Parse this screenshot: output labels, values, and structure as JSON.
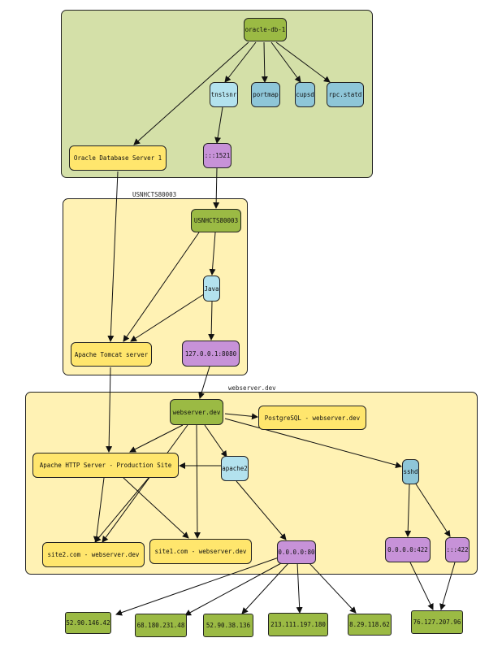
{
  "clusters": {
    "db": {
      "label": ""
    },
    "app": {
      "label": "USNHCTS80003"
    },
    "web": {
      "label": "webserver.dev"
    }
  },
  "nodes": {
    "oracle_db_1": "oracle-db-1",
    "tnslsnr": "tnslsnr",
    "portmap": "portmap",
    "cupsd": "cupsd",
    "rpc_statd": "rpc.statd",
    "oracle_db_server": "Oracle Database Server 1",
    "port_1521": ":::1521",
    "usnhcts_host": "USNHCTS80003",
    "java": "Java",
    "tomcat": "Apache Tomcat server",
    "local_8080": "127.0.0.1:8080",
    "webserver_dev": "webserver.dev",
    "postgresql": "PostgreSQL - webserver.dev",
    "apache_http": "Apache HTTP Server - Production Site",
    "apache2": "apache2",
    "sshd": "sshd",
    "site2": "site2.com - webserver.dev",
    "site1": "site1.com - webserver.dev",
    "port_80": "0.0.0.0:80",
    "port_422": "0.0.0.0:422",
    "port_v6_422": ":::422",
    "ip_1": "52.90.146.42",
    "ip_2": "68.180.231.48",
    "ip_3": "52.90.38.136",
    "ip_4": "213.111.197.180",
    "ip_5": "8.29.118.62",
    "ip_6": "76.127.207.96"
  },
  "colors": {
    "host": "#9bba44",
    "service": "#ffe66d",
    "process": "#b3e2ee",
    "port": "#c792d8",
    "cluster_db": "#d4e0a8",
    "cluster_app": "#fff2b4",
    "cluster_web": "#fff2b4"
  }
}
